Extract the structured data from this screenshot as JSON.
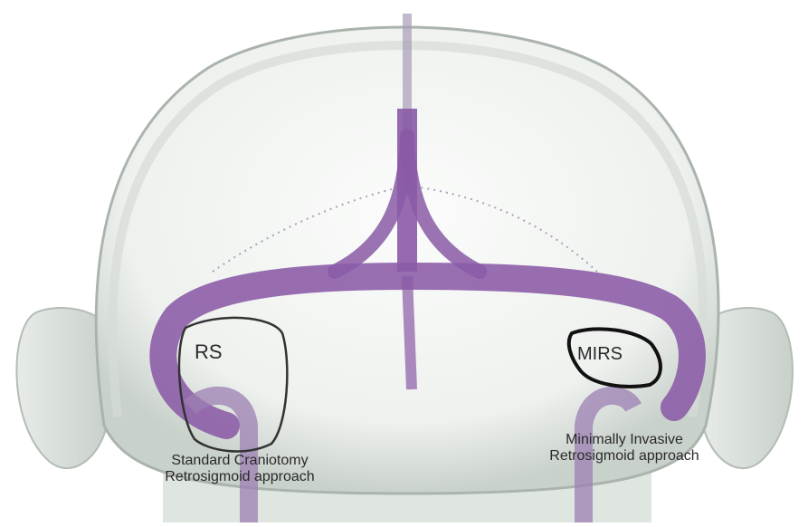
{
  "labels": {
    "rs": "RS",
    "mirs": "MIRS"
  },
  "captions": {
    "standard": [
      "Standard Craniotomy",
      "Retrosigmoid approach"
    ],
    "minimal": [
      "Minimally Invasive",
      "Retrosigmoid approach"
    ]
  },
  "colors": {
    "skin": "#e6ebe6",
    "skin_shadow": "#b9c2bb",
    "sinus": "#8a5aa6",
    "outline": "#222222"
  }
}
